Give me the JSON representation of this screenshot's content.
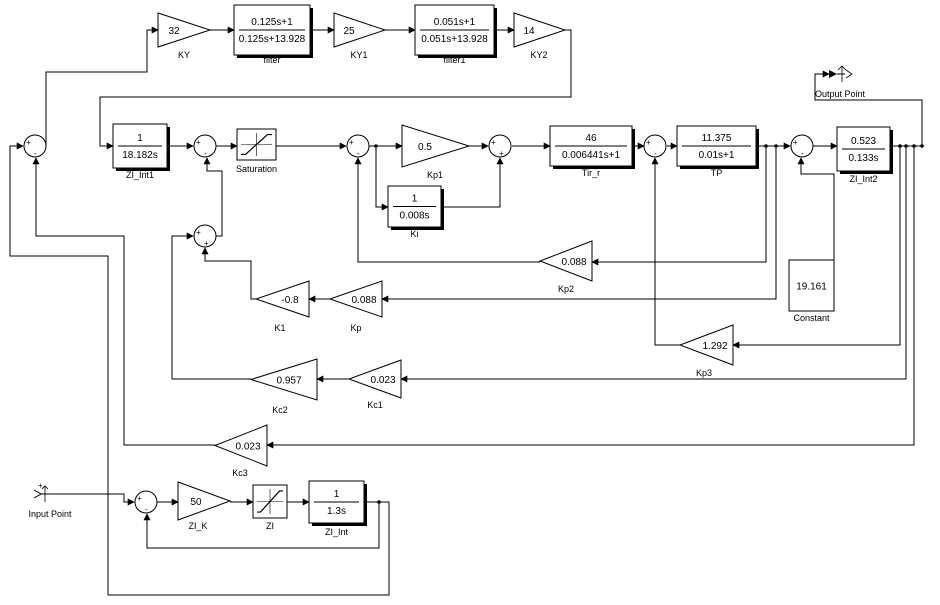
{
  "diagram": {
    "gains": {
      "KY": {
        "value": "32",
        "label": "KY"
      },
      "KY1": {
        "value": "25",
        "label": "KY1"
      },
      "KY2": {
        "value": "14",
        "label": "KY2"
      },
      "Kp1": {
        "value": "0.5",
        "label": "Kp1"
      },
      "Kp2": {
        "value": "0.088",
        "label": "Kp2"
      },
      "Kp": {
        "value": "0.088",
        "label": "Kp"
      },
      "K1": {
        "value": "-0.8",
        "label": "K1"
      },
      "Kp3": {
        "value": "1.292",
        "label": "Kp3"
      },
      "Kc1": {
        "value": "0.023",
        "label": "Kc1"
      },
      "Kc2": {
        "value": "0.957",
        "label": "Kc2"
      },
      "Kc3": {
        "value": "0.023",
        "label": "Kc3"
      },
      "ZI_K": {
        "value": "50",
        "label": "ZI_K"
      }
    },
    "transfer_fns": {
      "filter": {
        "num": "0.125s+1",
        "den": "0.125s+13.928",
        "label": "filter"
      },
      "filter1": {
        "num": "0.051s+1",
        "den": "0.051s+13.928",
        "label": "filter1"
      },
      "ZI_Int1": {
        "num": "1",
        "den": "18.182s",
        "label": "ZI_Int1"
      },
      "Ki": {
        "num": "1",
        "den": "0.008s",
        "label": "Ki"
      },
      "Tir_r": {
        "num": "46",
        "den": "0.006441s+1",
        "label": "Tir_r"
      },
      "TP": {
        "num": "11.375",
        "den": "0.01s+1",
        "label": "TP"
      },
      "ZI_Int2": {
        "num": "0.523",
        "den": "0.133s",
        "label": "ZI_Int2"
      },
      "ZI_Int": {
        "num": "1",
        "den": "1.3s",
        "label": "ZI_Int"
      }
    },
    "saturations": {
      "Saturation": {
        "label": "Saturation"
      },
      "ZI": {
        "label": "ZI"
      }
    },
    "constants": {
      "Constant": {
        "value": "19.161",
        "label": "Constant"
      }
    },
    "ports": {
      "output": {
        "label": "Output Point"
      },
      "input": {
        "label": "Input Point"
      }
    },
    "signs": {
      "plus": "+",
      "minus": "-"
    }
  }
}
